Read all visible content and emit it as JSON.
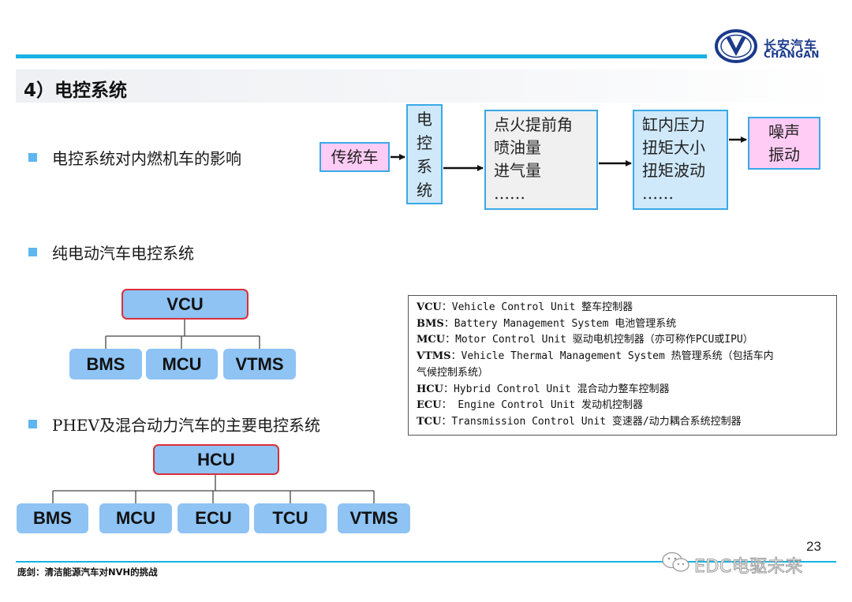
{
  "header": {
    "logo_cn": "长安汽车",
    "logo_en": "CHANGAN",
    "title": "4）电控系统",
    "colors": {
      "accent_line": "#16b3e3",
      "logo": "#1b3a8c"
    }
  },
  "bullets": [
    {
      "text": "电控系统对内燃机车的影响"
    },
    {
      "text": "纯电动汽车电控系统"
    },
    {
      "text": "PHEV及混合动力汽车的主要电控系统"
    }
  ],
  "flow": {
    "start": "传统车",
    "control": [
      "电",
      "控",
      "系",
      "统"
    ],
    "params": [
      "点火提前角",
      "喷油量",
      "进气量",
      "……"
    ],
    "effects": [
      "缸内压力",
      "扭矩大小",
      "扭矩波动",
      "……"
    ],
    "result": [
      "噪声",
      "振动"
    ]
  },
  "ev_tree": {
    "root": "VCU",
    "children": [
      "BMS",
      "MCU",
      "VTMS"
    ]
  },
  "phev_tree": {
    "root": "HCU",
    "children": [
      "BMS",
      "MCU",
      "ECU",
      "TCU",
      "VTMS"
    ]
  },
  "legend": [
    {
      "key": "VCU",
      "text": "：Vehicle Control Unit 整车控制器"
    },
    {
      "key": "BMS",
      "text": "：Battery Management System 电池管理系统"
    },
    {
      "key": "MCU",
      "text": "：Motor Control Unit 驱动电机控制器（亦可称作PCU或IPU）"
    },
    {
      "key": "VTMS",
      "text": "：Vehicle Thermal Management System 热管理系统（包括车内"
    },
    {
      "key": "",
      "text": "气候控制系统）"
    },
    {
      "key": "HCU",
      "text": "：Hybrid Control Unit 混合动力整车控制器"
    },
    {
      "key": "ECU",
      "text": "： Engine Control Unit 发动机控制器"
    },
    {
      "key": "TCU",
      "text": "：Transmission Control Unit 变速器/动力耦合系统控制器"
    }
  ],
  "footer": {
    "page_number": "23",
    "source": "庞剑：清洁能源汽车对NVH的挑战",
    "watermark": "EDC电驱未来"
  }
}
